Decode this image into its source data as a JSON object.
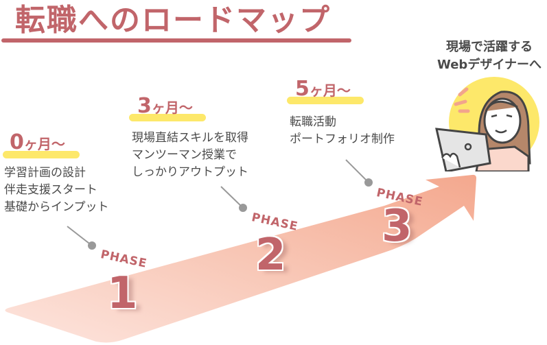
{
  "title": "転職へのロードマップ",
  "goal": {
    "line1": "現場で活躍する",
    "line2": "Webデザイナーへ"
  },
  "phases": [
    {
      "label": "PHASE",
      "number": "1",
      "period_num": "0",
      "period_unit": "ヶ月〜",
      "items": [
        "学習計画の設計",
        "伴走支援スタート",
        "基礎からインプット"
      ]
    },
    {
      "label": "PHASE",
      "number": "2",
      "period_num": "3",
      "period_unit": "ヶ月〜",
      "items": [
        "現場直結スキルを取得",
        "マンツーマン授業で",
        "しっかりアウトプット"
      ]
    },
    {
      "label": "PHASE",
      "number": "3",
      "period_num": "5",
      "period_unit": "ヶ月〜",
      "items": [
        "転職活動",
        "ポートフォリオ制作"
      ]
    }
  ],
  "icons": {
    "illustration": "woman-with-laptop-icon",
    "arrow": "growth-arrow-icon"
  },
  "colors": {
    "accent": "#c1656a",
    "highlight": "#fde86a",
    "arrow_light": "#fbe0d8",
    "arrow_dark": "#f4ad95",
    "text": "#4a4a4a",
    "connector": "#999999"
  }
}
